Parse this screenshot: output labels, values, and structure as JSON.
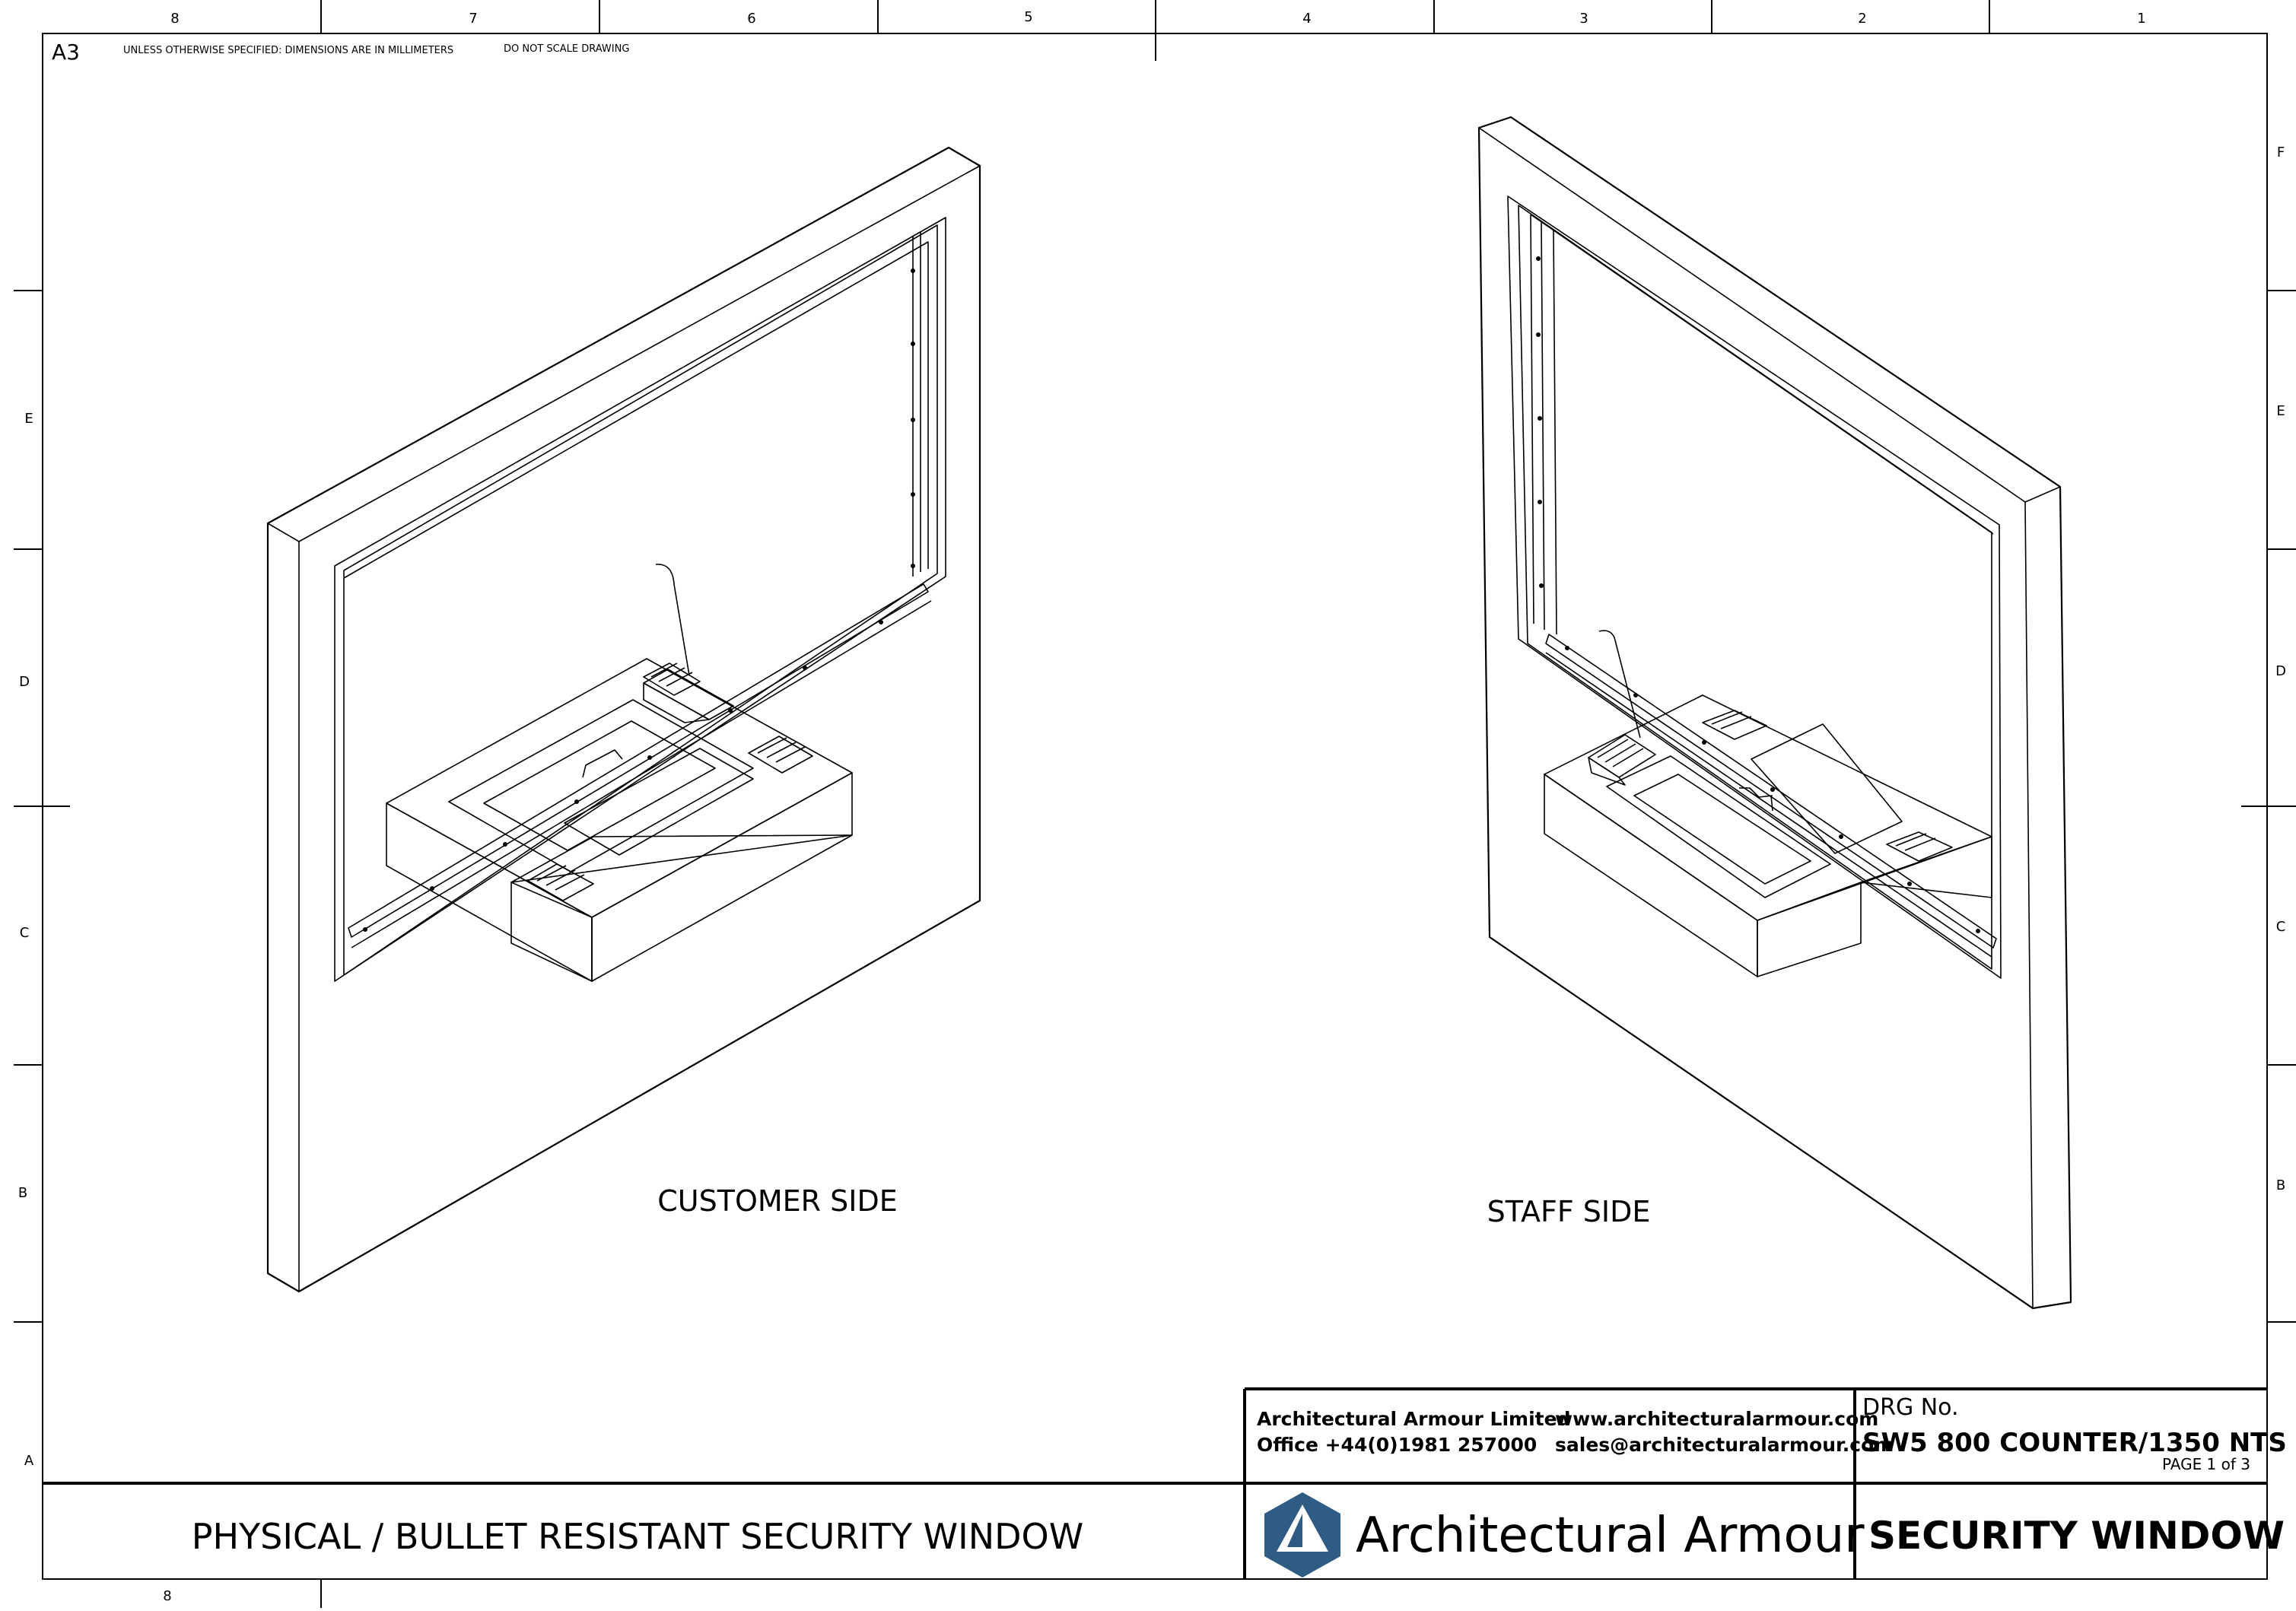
{
  "sheet": {
    "size_code": "A3",
    "note_dimensions": "UNLESS OTHERWISE SPECIFIED: DIMENSIONS ARE IN MILLIMETERS",
    "note_scale": "DO NOT SCALE DRAWING",
    "columns_top": [
      "8",
      "7",
      "6",
      "5",
      "4",
      "3",
      "2",
      "1"
    ],
    "columns_bottom": [
      "8"
    ],
    "rows_left": [
      "E",
      "D",
      "C",
      "B",
      "A"
    ],
    "rows_right": [
      "F",
      "E",
      "D",
      "C",
      "B"
    ]
  },
  "views": {
    "customer_label": "CUSTOMER SIDE",
    "staff_label": "STAFF SIDE"
  },
  "title_block": {
    "company_name": "Architectural Armour Limited",
    "office_phone": "Office +44(0)1981 257000",
    "website": "www.architecturalarmour.com",
    "email": "sales@architecturalarmour.com",
    "drg_label": "DRG No.",
    "drg_number": "SW5 800 COUNTER/1350 NTS",
    "page": "PAGE 1 of 3",
    "drawing_title": "PHYSICAL / BULLET RESISTANT SECURITY WINDOW",
    "logo_text": "Architectural Armour",
    "logo_color": "#2f5c85",
    "product": "SECURITY WINDOW"
  }
}
